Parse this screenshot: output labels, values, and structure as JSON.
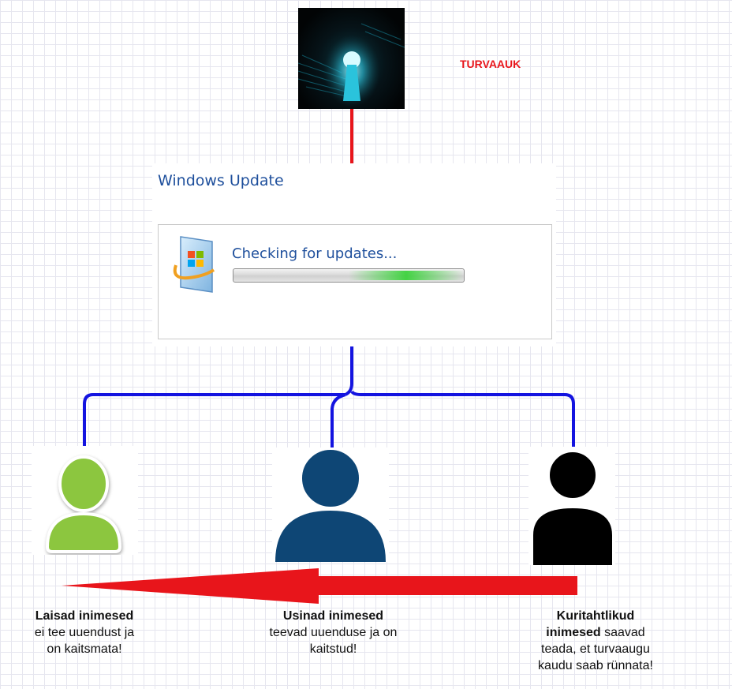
{
  "top": {
    "tag": "TURVAAUK"
  },
  "windows_update": {
    "title": "Windows Update",
    "status": "Checking for updates...",
    "progress_state": "indeterminate"
  },
  "groups": [
    {
      "bold": "Laisad inimesed",
      "lines": [
        "ei tee uuendust ja",
        "on kaitsmata!"
      ],
      "color": "#8cc63f"
    },
    {
      "bold": "Usinad inimesed",
      "lines": [
        "teevad uuenduse ja on",
        "kaitstud!"
      ],
      "color": "#0e4675"
    },
    {
      "bold_lines": [
        "Kuritahtlikud",
        "inimesed"
      ],
      "rest_inline": " saavad",
      "lines": [
        "teada, et turvaaugu",
        "kaudu saab rünnata!"
      ],
      "color": "#000000"
    }
  ],
  "colors": {
    "accent_red": "#e8151b",
    "connector_blue": "#1414e0",
    "title_blue": "#1e4f9c"
  },
  "icons": [
    "keyhole-icon",
    "windows-update-icon",
    "person-icon",
    "arrow-left-icon"
  ]
}
